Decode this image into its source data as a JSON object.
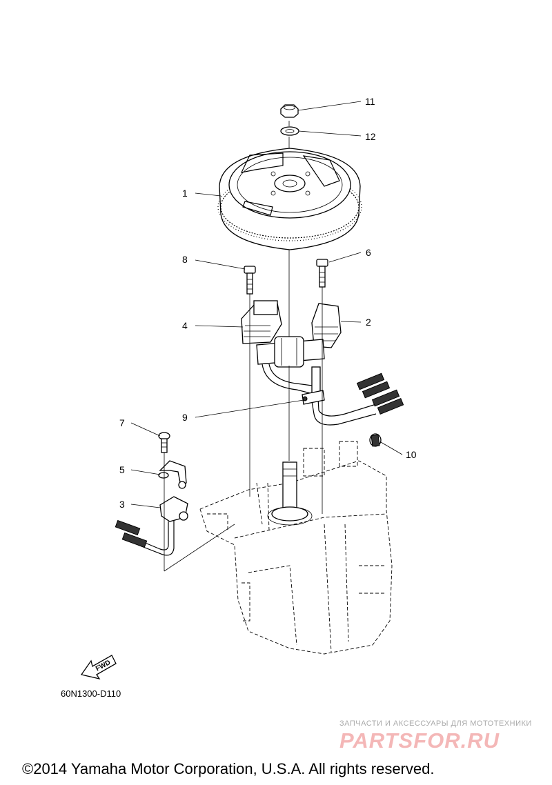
{
  "callouts": [
    {
      "id": "1",
      "label": "1"
    },
    {
      "id": "2",
      "label": "2"
    },
    {
      "id": "3",
      "label": "3"
    },
    {
      "id": "4",
      "label": "4"
    },
    {
      "id": "5",
      "label": "5"
    },
    {
      "id": "6",
      "label": "6"
    },
    {
      "id": "7",
      "label": "7"
    },
    {
      "id": "8",
      "label": "8"
    },
    {
      "id": "9",
      "label": "9"
    },
    {
      "id": "10",
      "label": "10"
    },
    {
      "id": "11",
      "label": "11"
    },
    {
      "id": "12",
      "label": "12"
    }
  ],
  "fwd_label": "FWD",
  "diagram_code": "60N1300-D110",
  "watermark": {
    "tagline": "ЗАПЧАСТИ И АКСЕССУАРЫ ДЛЯ МОТОТЕХНИКИ",
    "logo": "PARTSFOR.RU"
  },
  "copyright": "©2014 Yamaha Motor Corporation, U.S.A. All rights reserved."
}
